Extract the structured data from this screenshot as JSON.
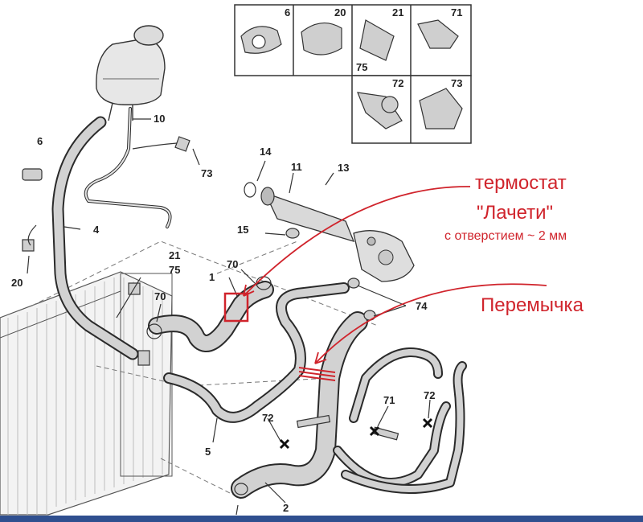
{
  "annotations": {
    "thermostat_label": "термостат",
    "lacheti_label": "\"Лачети\"",
    "hole_note": "с отверстием ~ 2 мм",
    "jumper_label": "Перемычка"
  },
  "inset_labels": {
    "p6": "6",
    "p20": "20",
    "p21": "21",
    "p75": "75",
    "p71": "71",
    "p72": "72",
    "p73": "73"
  },
  "part_labels": {
    "l10": "10",
    "l6": "6",
    "l73": "73",
    "l14": "14",
    "l11": "11",
    "l13": "13",
    "l4": "4",
    "l15": "15",
    "l20": "20",
    "l21": "21",
    "l75": "75",
    "l70a": "70",
    "l1": "1",
    "l70b": "70",
    "l74": "74",
    "l71": "71",
    "l72a": "72",
    "l72b": "72",
    "l5": "5",
    "l2": "2"
  },
  "colors": {
    "annotation_red": "#d0242c",
    "hose_gray": "#d2d2d2",
    "outline": "#2a2a2a"
  }
}
